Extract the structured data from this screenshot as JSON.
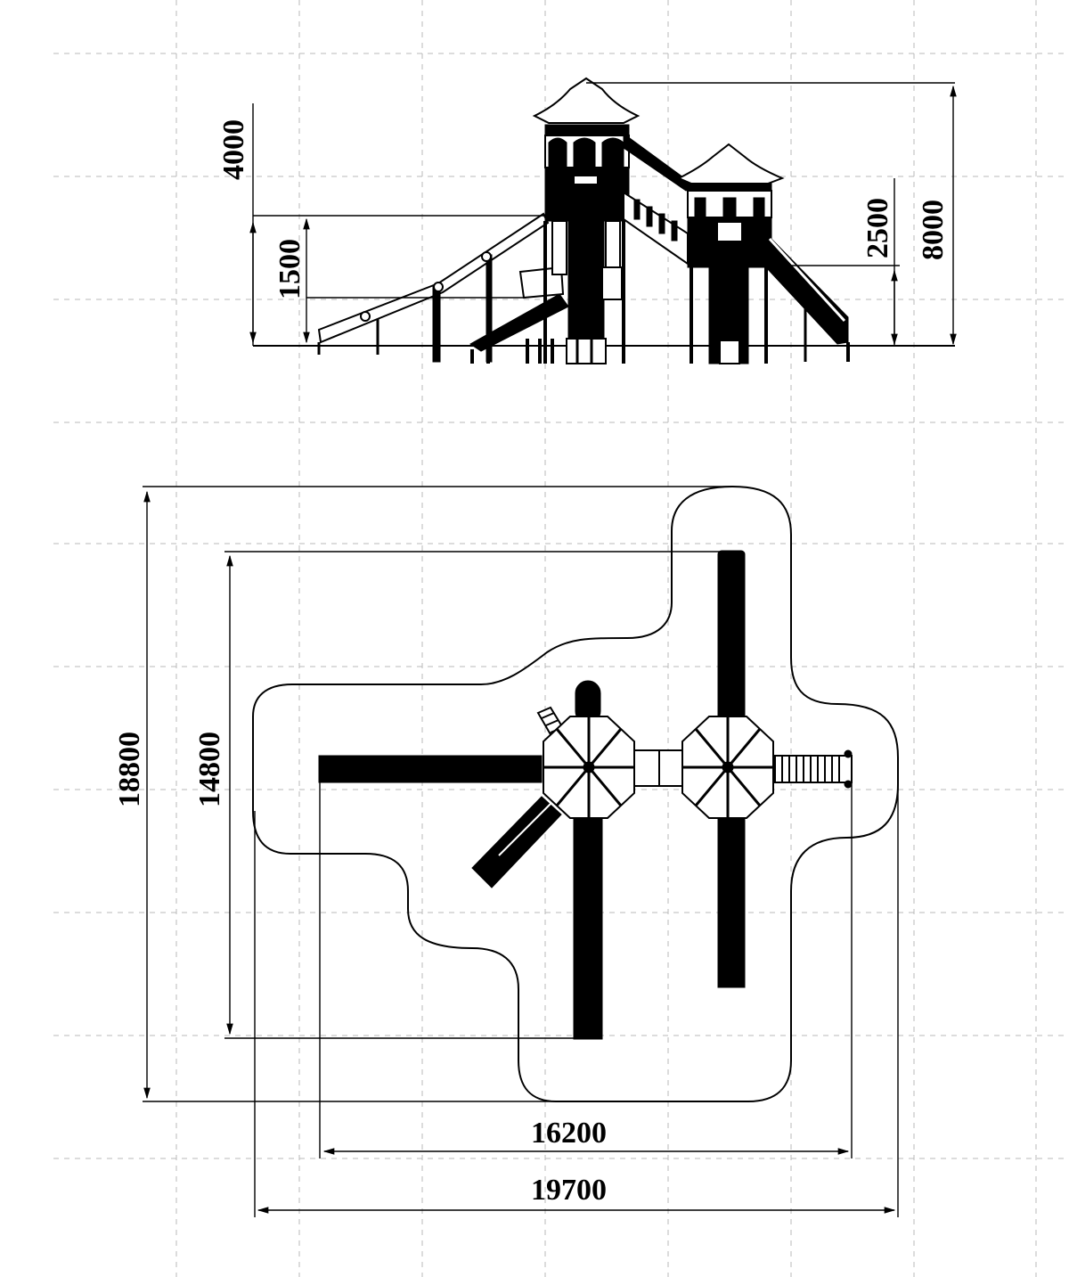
{
  "elevation_view": {
    "dimensions": {
      "total_height": "4000",
      "platform_height": "1500",
      "small_tower_height": "2500",
      "overall_height": "8000"
    }
  },
  "plan_view": {
    "dimensions": {
      "outer_depth": "18800",
      "inner_depth": "14800",
      "inner_width": "16200",
      "outer_width": "19700"
    }
  }
}
